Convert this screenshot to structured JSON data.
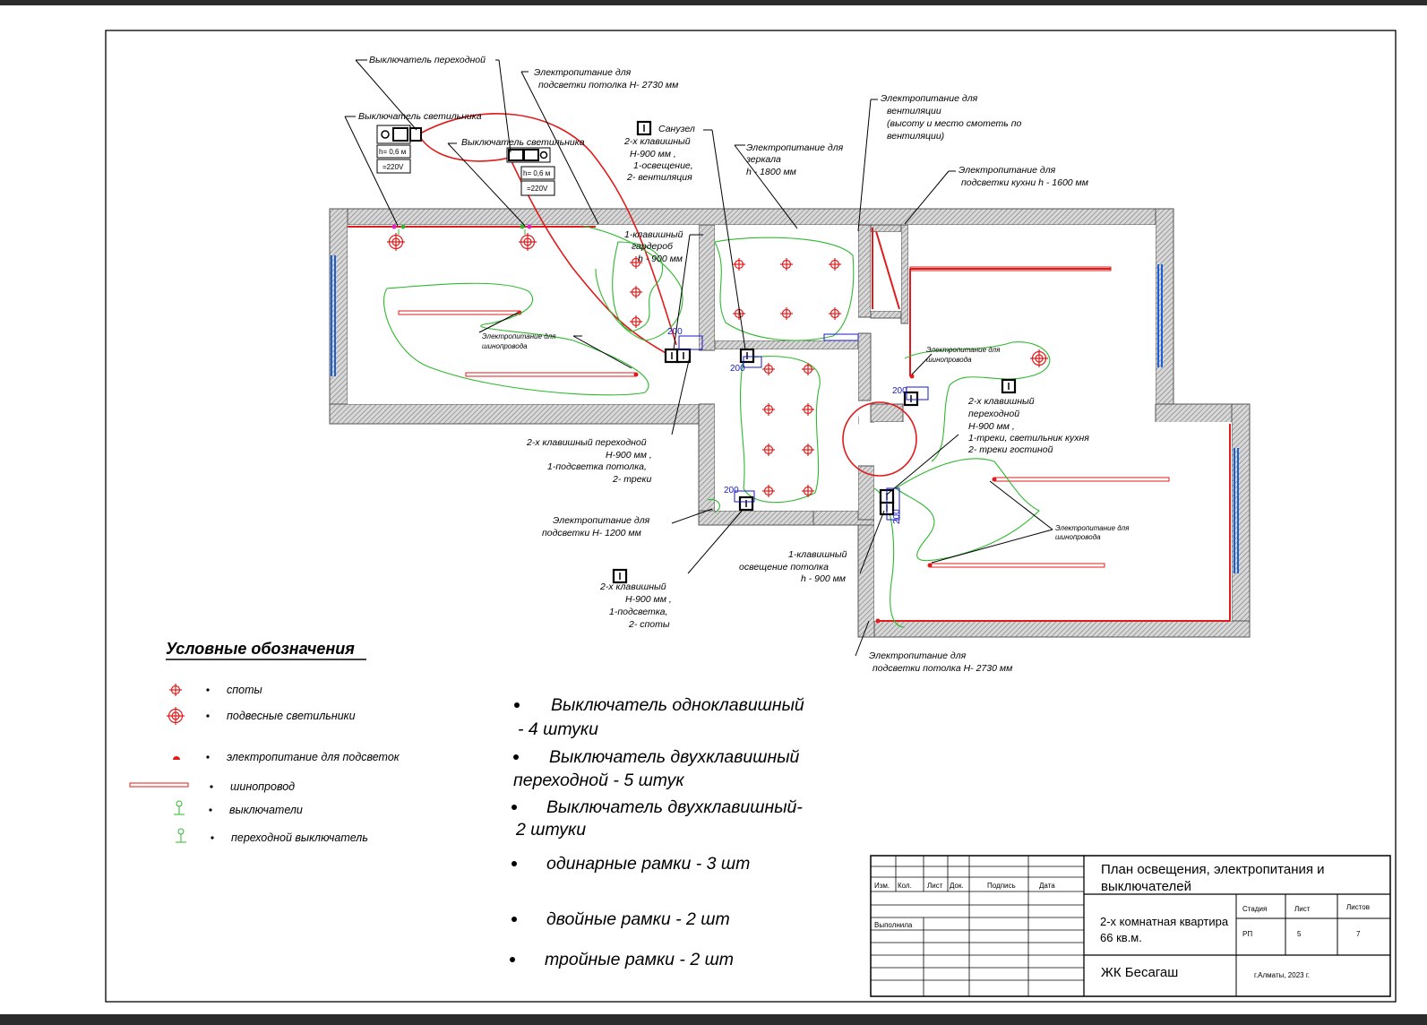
{
  "callouts": {
    "switch_passthrough": "Выключатель переходной",
    "switch_lamp_1": "Выключатель светильника",
    "switch_lamp_2": "Выключатель светильника",
    "power_ceiling_top_l1": "Электропитание для",
    "power_ceiling_top_l2": "подсветки потолка  Н- 2730  мм",
    "bath_title": "Санузел",
    "bath_l1": "2-х клавишный",
    "bath_l2": "Н-900 мм ,",
    "bath_l3": "1-освещение,",
    "bath_l4": "2- вентиляция",
    "mirror_l1": "Электропитание для",
    "mirror_l2": "зеркала",
    "mirror_l3": "h - 1800  мм",
    "vent_l1": "Электропитание для",
    "vent_l2": "вентиляции",
    "vent_l3": "(высоту и место смотеть по",
    "vent_l4": "вентиляции)",
    "kitchen_l1": "Электропитание для",
    "kitchen_l2": "подсветки кухни h - 1600  мм",
    "wardrobe_l1": "1-клавишный",
    "wardrobe_l2": "гардероб",
    "wardrobe_l3": "h - 900  мм",
    "busbar_left_l1": "Электропитание для",
    "busbar_left_l2": "шинопровода",
    "busbar_right_top_l1": "Электропитание для",
    "busbar_right_top_l2": "шинопровода",
    "busbar_right_l1": "Электропитание для",
    "busbar_right_l2": "шинопровода",
    "pass2_right_l1": "2-х клавишный",
    "pass2_right_l2": "переходной",
    "pass2_right_l3": "Н-900 мм ,",
    "pass2_right_l4": "1-треки, светильник кухня",
    "pass2_right_l5": "2- треки гостиной",
    "pass2_left_l1": "2-х клавишный переходной",
    "pass2_left_l2": "Н-900 мм ,",
    "pass2_left_l3": "1-подсветка потолка,",
    "pass2_left_l4": "2- треки",
    "power_1200_l1": "Электропитание для",
    "power_1200_l2": "подсветки   Н- 1200  мм",
    "hall2_l1": "2-х клавишный",
    "hall2_l2": "Н-900 мм ,",
    "hall2_l3": "1-подсветка,",
    "hall2_l4": "2- споты",
    "ceil1_l1": "1-клавишный",
    "ceil1_l2": "освещение потолка",
    "ceil1_l3": "h - 900  мм",
    "power_ceiling_bot_l1": "Электропитание для",
    "power_ceiling_bot_l2": "подсветки потолка  Н- 2730  мм",
    "h_label_1": "h= 0,6 м",
    "v_label_1": "=220V",
    "h_label_2": "h= 0,6 м",
    "v_label_2": "=220V",
    "dim_200": "200"
  },
  "legend": {
    "title": "Условные обозначения",
    "items": [
      "споты",
      "подвесные светильники",
      "электропитание для подсветок",
      "шинопровод",
      "выключатели",
      "переходной выключатель"
    ]
  },
  "summary": [
    {
      "l1": "Выключатель одноклавишный",
      "l2": "- 4 штуки"
    },
    {
      "l1": "Выключатель двухклавишный",
      "l2": "переходной - 5 штук"
    },
    {
      "l1": "Выключатель двухклавишный-",
      "l2": "2 штуки"
    },
    {
      "l1": "одинарные рамки - 3 шт",
      "l2": ""
    },
    {
      "l1": "двойные рамки - 2 шт",
      "l2": ""
    },
    {
      "l1": "тройные рамки - 2 шт",
      "l2": ""
    }
  ],
  "title_block": {
    "headers": [
      "Изм.",
      "Кол.",
      "Лист",
      "Док.",
      "Подпись",
      "Дата"
    ],
    "performed": "Выполнила",
    "title_l1": "План освещения, электропитания и",
    "title_l2": "выключателей",
    "object_l1": "2-х комнатная квартира",
    "object_l2": "66 кв.м.",
    "stage_label": "Стадия",
    "sheet_label": "Лист",
    "sheets_label": "Листов",
    "stage": "РП",
    "sheet": "5",
    "sheets": "7",
    "complex": "ЖК Бесагаш",
    "city": "г.Алматы, 2023 г."
  },
  "colors": {
    "wall": "#8a8a8a",
    "red": "#e11b1b",
    "green": "#2fb82f",
    "blue": "#1a1acc",
    "pink": "#e020c0"
  }
}
